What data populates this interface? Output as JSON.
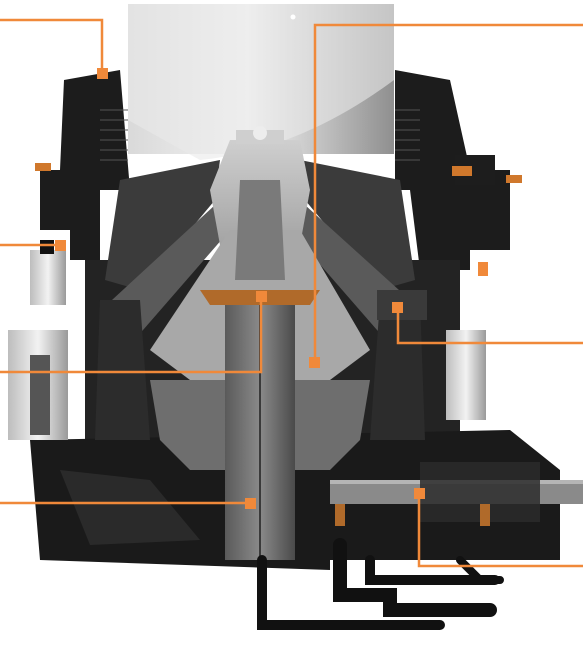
{
  "figure": {
    "kind": "cone crusher cross-section illustration with callout leader lines",
    "printed_text": ""
  },
  "palette": {
    "background": "#ffffff",
    "callout_orange": "#f0893a",
    "frame_dark": "#1c1c1c",
    "steel_dark": "#3a3a3a",
    "steel_mid": "#6e6e6e",
    "steel_light": "#bdbdbd",
    "bronze": "#b06a2a",
    "pipe_black": "#111111"
  },
  "icons": {
    "callout_marker": "orange-square-marker"
  },
  "callouts": [
    {
      "id": "callout-top-left"
    },
    {
      "id": "callout-top-right"
    },
    {
      "id": "callout-mid-left"
    },
    {
      "id": "callout-right-middle"
    },
    {
      "id": "callout-left-lower"
    },
    {
      "id": "callout-left-bottom"
    },
    {
      "id": "callout-right-bottom"
    }
  ]
}
